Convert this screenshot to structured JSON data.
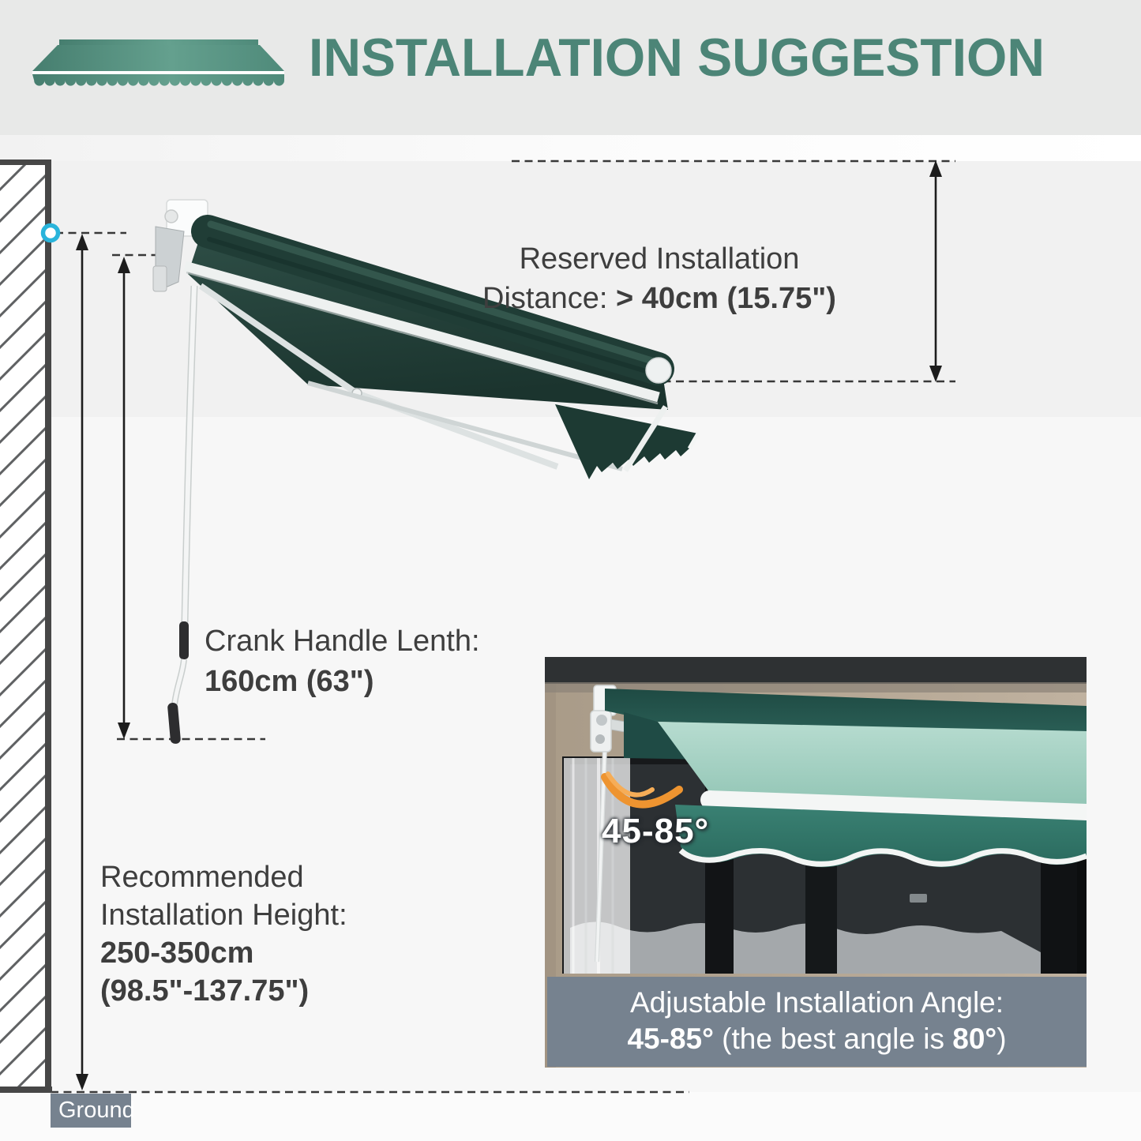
{
  "header": {
    "title": "INSTALLATION SUGGESTION",
    "icon": "awning-icon"
  },
  "annotations": {
    "reserved_line1": "Reserved Installation",
    "reserved_prefix": "Distance: ",
    "reserved_value": "> 40cm (15.75\")",
    "crank_label": "Crank Handle Lenth:",
    "crank_value": "160cm (63\")",
    "height_line1": "Recommended",
    "height_line2": "Installation Height:",
    "height_value1": "250-350cm",
    "height_value2": "(98.5\"-137.75\")",
    "ground": "Ground"
  },
  "inset": {
    "angle_badge": "45-85°",
    "caption_line1": "Adjustable Installation Angle:",
    "caption_line2": {
      "v1": "45-85°",
      "mid": " (the best angle is ",
      "v2": "80°",
      "end": ")"
    }
  },
  "colors": {
    "accent_teal": "#4c8577",
    "header_bg": "#e8e9e8",
    "awning_green": "#203d36",
    "caption_bg": "#76828f",
    "angle_arrow_orange": "#ef9733",
    "inset_fabric_seafoam": "#a5d1c3",
    "inset_valance_teal": "#2f7268",
    "marker_blue": "#29b4db",
    "text_dark": "#3e3e3e"
  }
}
